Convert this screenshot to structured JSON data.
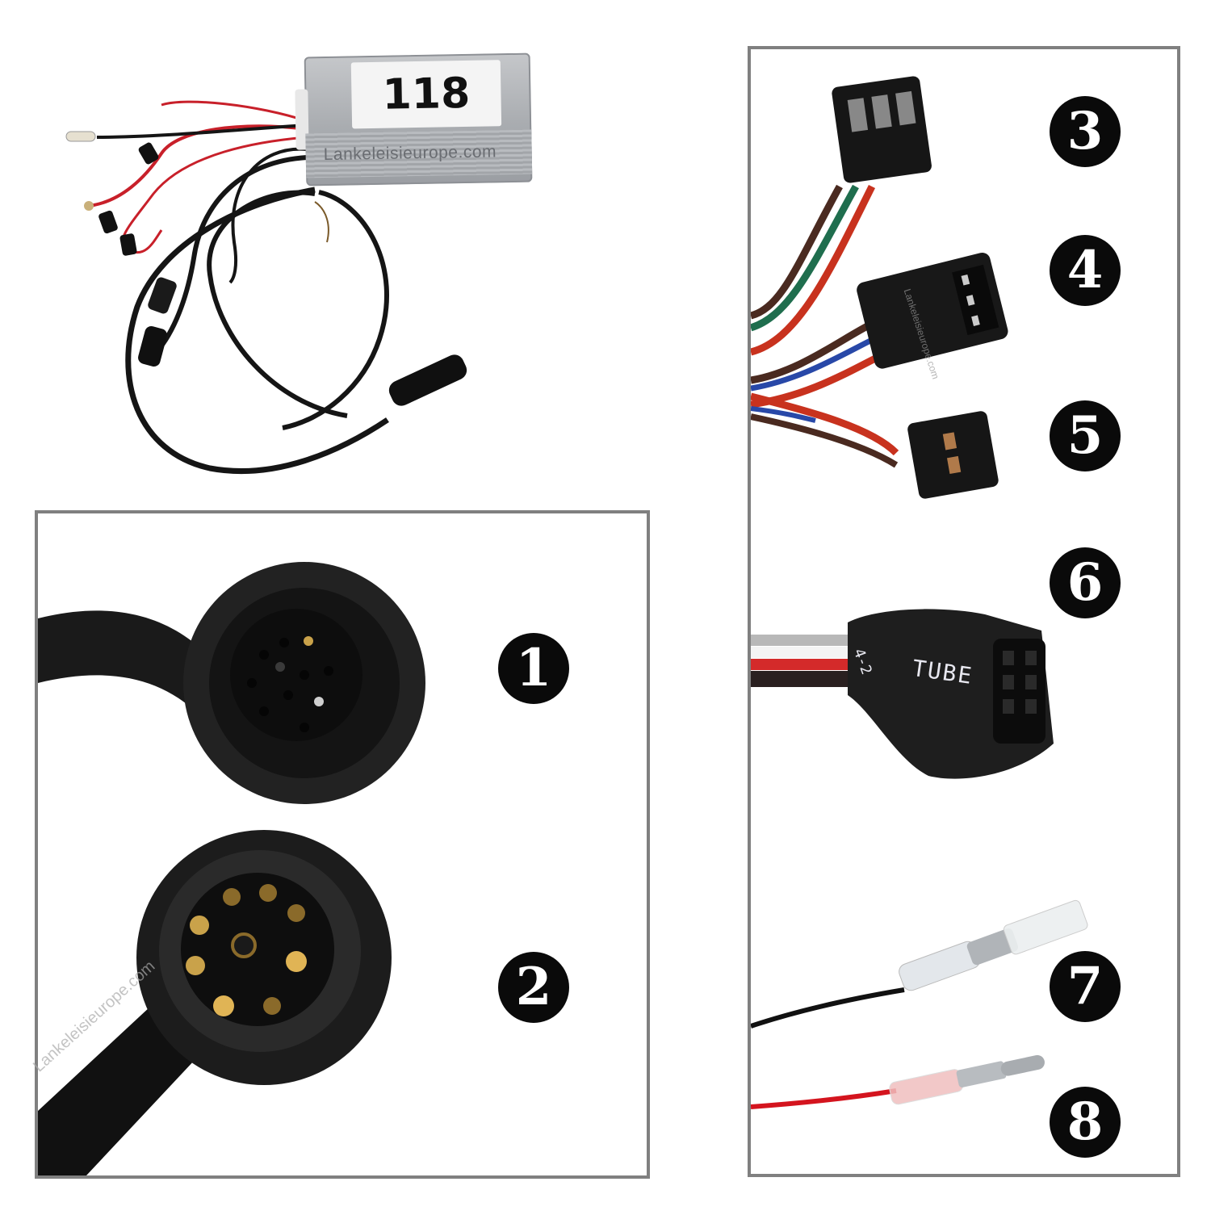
{
  "product_image": {
    "controller_label": "118",
    "watermark": "Lankeleisieurope.com",
    "cable_print": [
      "4-2",
      "TUBE"
    ]
  },
  "panels": {
    "left": {
      "items": [
        {
          "number": "1",
          "glyph": "❶",
          "description": "female round waterproof connector"
        },
        {
          "number": "2",
          "glyph": "❷",
          "description": "male round waterproof connector with gold pins"
        }
      ]
    },
    "right": {
      "items": [
        {
          "number": "3",
          "glyph": "❸",
          "description": "3-pin black connector (green/red/brown wires)"
        },
        {
          "number": "4",
          "glyph": "❹",
          "description": "6-pin black connector"
        },
        {
          "number": "5",
          "glyph": "❺",
          "description": "2-pin black connector"
        },
        {
          "number": "6",
          "glyph": "❻",
          "description": "molded connector with TUBE print"
        },
        {
          "number": "7",
          "glyph": "❼",
          "description": "black wire with female bullet terminal"
        },
        {
          "number": "8",
          "glyph": "❽",
          "description": "red wire with male bullet terminal"
        }
      ]
    }
  },
  "colors": {
    "frame_border": "#808080",
    "badge": "#0a0a0a",
    "background": "#ffffff"
  }
}
